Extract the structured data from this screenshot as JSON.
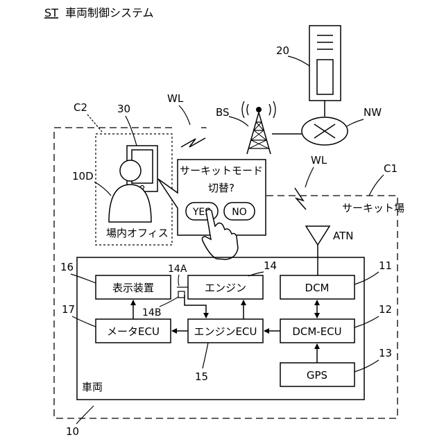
{
  "title": {
    "code": "ST",
    "name": "車両制御システム"
  },
  "refs": {
    "server": "20",
    "network": "NW",
    "base_station": "BS",
    "wireless_top": "WL",
    "area_office": "C2",
    "terminal": "30",
    "operator": "10D",
    "wireless_mid": "WL",
    "area_circuit": "C1",
    "antenna": "ATN",
    "engine": "14",
    "engine_signal": "14A",
    "engine_switch": "14B",
    "display": "16",
    "meter_ecu": "17",
    "dcm": "11",
    "dcm_ecu": "12",
    "gps": "13",
    "engine_ecu": "15",
    "vehicle": "10"
  },
  "office_label": "場内オフィス",
  "circuit_label": "サーキット場",
  "popup": {
    "line1": "サーキットモード",
    "line2": "切替?",
    "yes": "YES",
    "no": "NO"
  },
  "blocks": {
    "display_device": "表示装置",
    "engine": "エンジン",
    "dcm": "DCM",
    "meter_ecu": "メータECU",
    "engine_ecu": "エンジンECU",
    "dcm_ecu": "DCM-ECU",
    "gps": "GPS"
  },
  "vehicle_label": "車両",
  "colors": {
    "ink": "#000000",
    "background": "#ffffff"
  }
}
